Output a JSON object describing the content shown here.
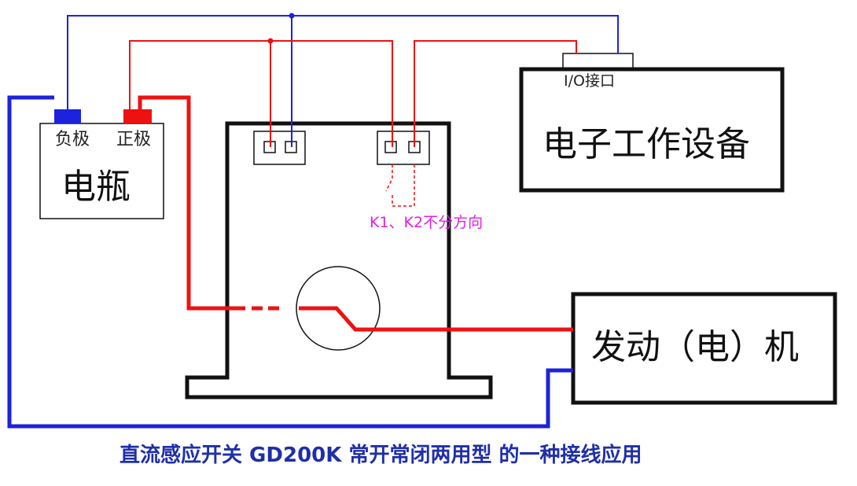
{
  "battery": {
    "name": "电瓶",
    "negative": "负极",
    "positive": "正极"
  },
  "device": {
    "name": "电子工作设备",
    "port": "I/O接口"
  },
  "motor": {
    "name": "发动（电）机"
  },
  "note": "K1、K2不分方向",
  "caption": "直流感应开关 GD200K 常开常闭两用型 的一种接线应用",
  "colors": {
    "wire_red": "#ee1111",
    "wire_blue": "#1c22dd",
    "body": "#111111",
    "note": "#e020e0",
    "caption": "#1f2fa8"
  }
}
